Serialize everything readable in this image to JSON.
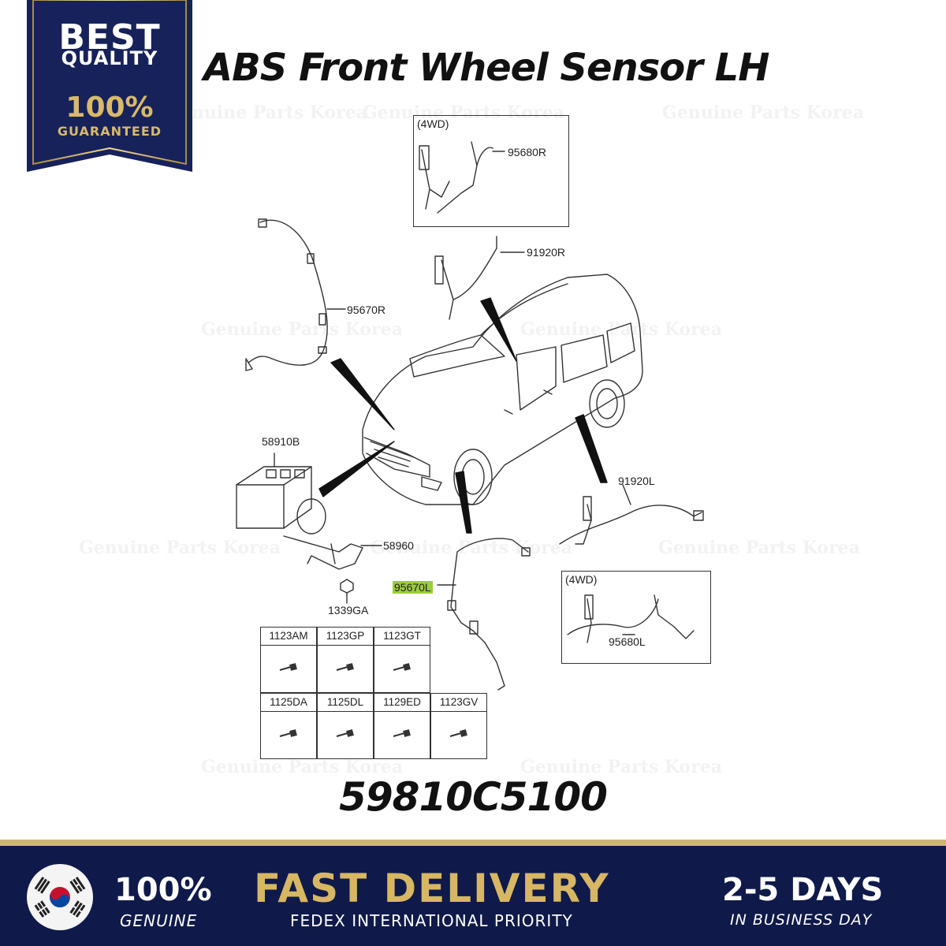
{
  "badge": {
    "line1": "BEST",
    "line2": "QUALITY",
    "line3": "100%",
    "line4": "GUARANTEED"
  },
  "title": "ABS Front Wheel Sensor LH",
  "part_number": "59810C5100",
  "watermark_text": "Genuine Parts Korea",
  "diagram": {
    "boxes": [
      {
        "heading": "(4WD)",
        "part": "95680R"
      },
      {
        "heading": "(4WD)",
        "part": "95680L"
      }
    ],
    "labels": {
      "sensor_rear_right": "91920R",
      "sensor_front_right": "95670R",
      "abs_unit": "58910B",
      "bracket": "58960",
      "nut": "1339GA",
      "sensor_front_left": "95670L",
      "sensor_rear_left": "91920L"
    },
    "highlight_color": "#9ccc3c"
  },
  "fasteners": {
    "row1": [
      "1123AM",
      "1123GP",
      "1123GT"
    ],
    "row2": [
      "1125DA",
      "1125DL",
      "1129ED",
      "1123GV"
    ]
  },
  "banner": {
    "genuine_big": "100%",
    "genuine_small": "GENUINE",
    "delivery_big": "FAST DELIVERY",
    "delivery_small": "FEDEX INTERNATIONAL PRIORITY",
    "days_big": "2-5 DAYS",
    "days_small": "IN BUSINESS DAY"
  },
  "colors": {
    "navy": "#0f1a4a",
    "gold": "#d7b763"
  }
}
